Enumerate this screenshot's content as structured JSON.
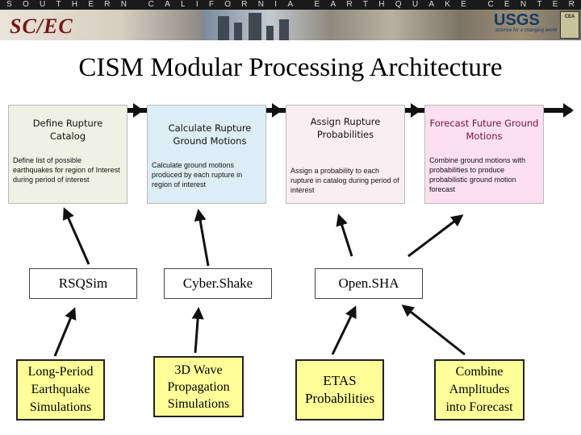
{
  "banner": {
    "letters": [
      "S",
      "O",
      "U",
      "T",
      "H",
      "E",
      "R",
      "N",
      " ",
      "C",
      "A",
      "L",
      "I",
      "F",
      "O",
      "R",
      "N",
      "I",
      "A",
      " ",
      "E",
      "A",
      "R",
      "T",
      "H",
      "Q",
      "U",
      "A",
      "K",
      "E",
      " ",
      "C",
      "E",
      "N",
      "T",
      "E",
      "R"
    ],
    "logo_text": "SC/EC",
    "usgs_label": "USGS",
    "usgs_tagline": "science for a changing world",
    "cea_label": "CEA"
  },
  "title": "CISM Modular Processing Architecture",
  "colors": {
    "catalog_fill": "#eef1e4",
    "ground_motion_fill": "#dcedf5",
    "probabilities_fill": "#fbeef2",
    "forecast_fill": "#fde0f0",
    "forecast_title": "#7a1030",
    "sim_fill": "#ffff99",
    "arrow": "#111111"
  },
  "stages": [
    {
      "title": "Define Rupture Catalog",
      "description": "Define list of possible earthquakes for region of Interest during period of interest"
    },
    {
      "title": "Calculate Rupture Ground Motions",
      "description": "Calculate ground motions produced by each rupture in region of interest"
    },
    {
      "title": "Assign Rupture Probabilities",
      "description": "Assign a probability to each rupture in catalog during period of interest"
    },
    {
      "title": "Forecast Future Ground Motions",
      "description": "Combine ground motions with probabilities to produce probabilistic ground motion forecast"
    }
  ],
  "tools": [
    {
      "label": "RSQSim"
    },
    {
      "label": "Cyber.Shake"
    },
    {
      "label": "Open.SHA"
    }
  ],
  "simulations": [
    {
      "lines": [
        "Long-Period",
        "Earthquake",
        "Simulations"
      ]
    },
    {
      "lines": [
        "3D Wave",
        "Propagation",
        "Simulations"
      ]
    },
    {
      "lines": [
        "ETAS",
        "Probabilities"
      ]
    },
    {
      "lines": [
        "Combine",
        "Amplitudes",
        "into Forecast"
      ]
    }
  ]
}
